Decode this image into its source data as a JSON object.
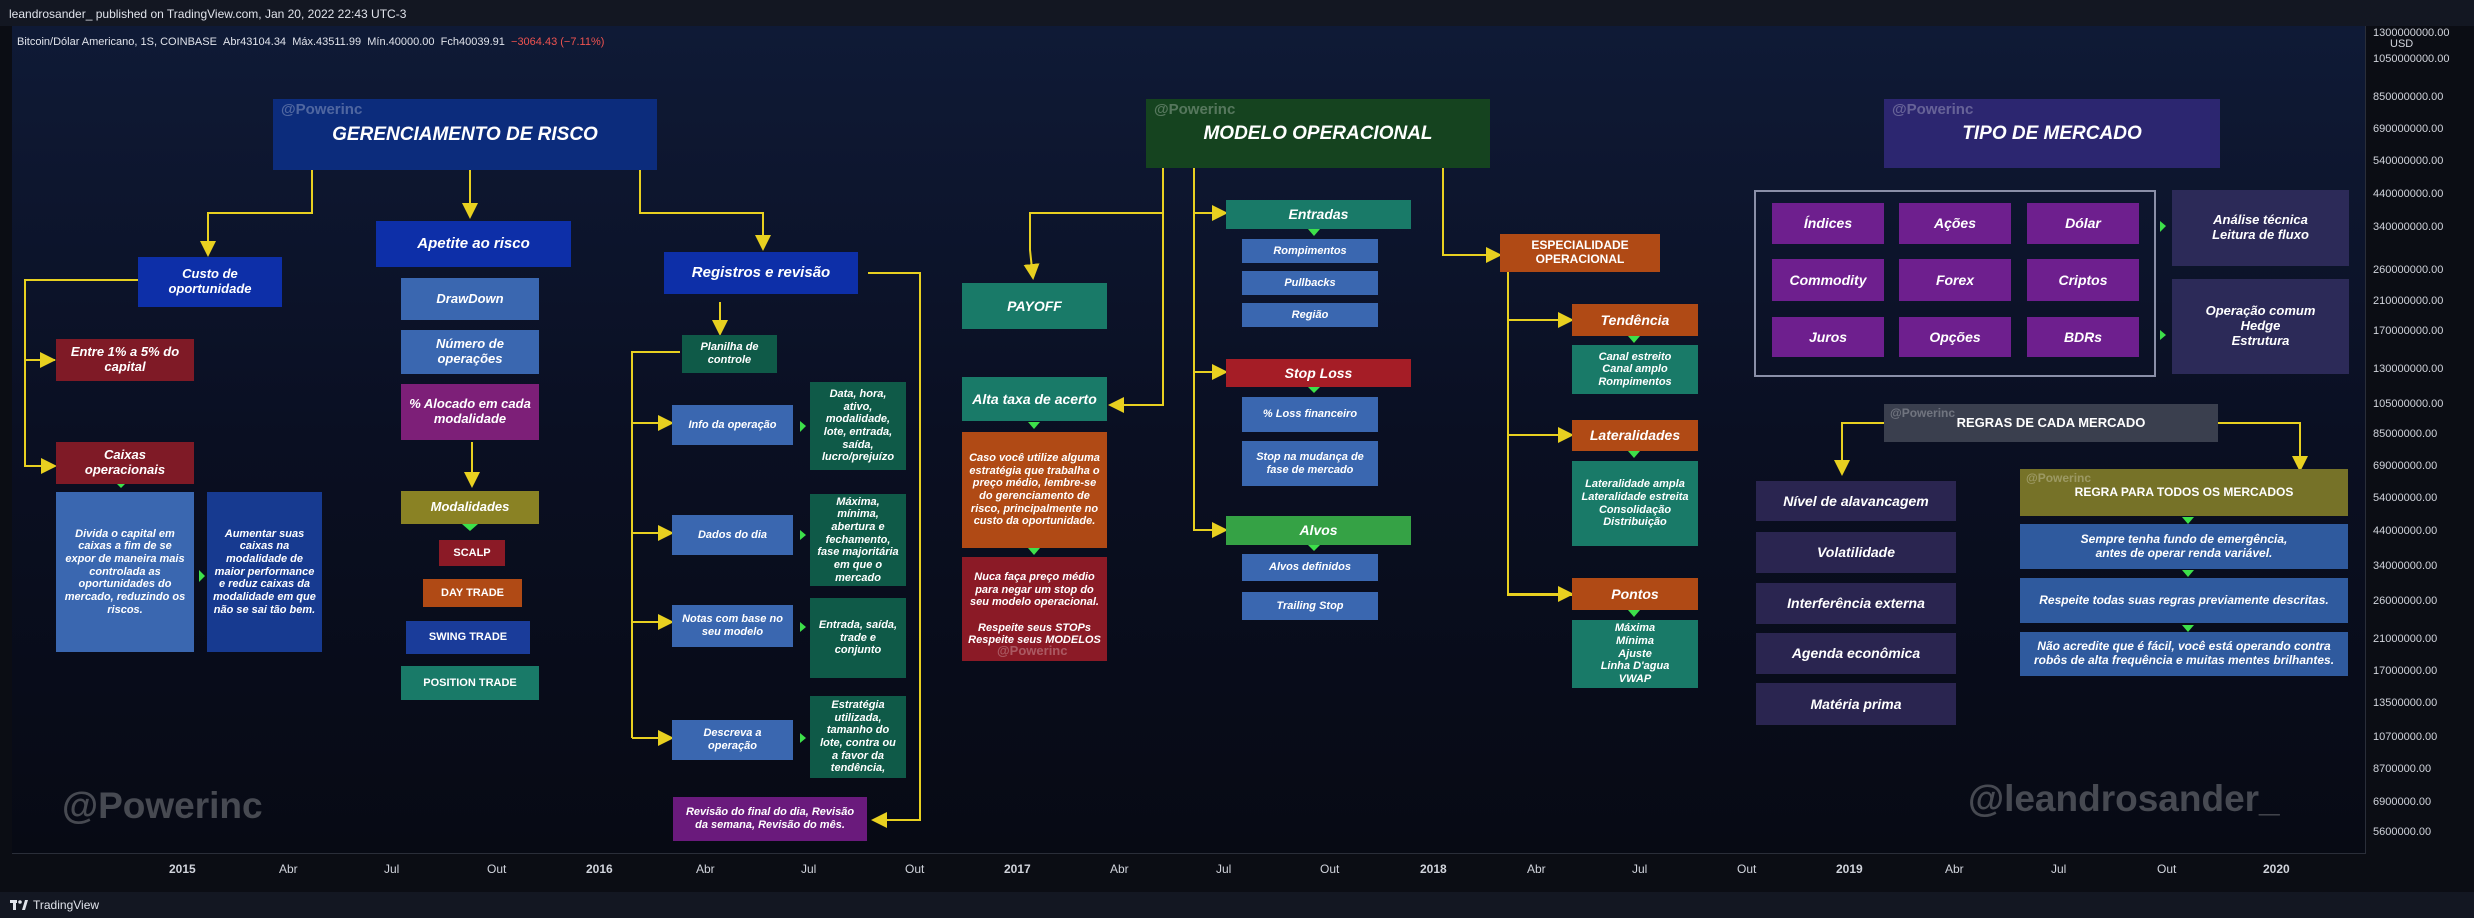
{
  "header": {
    "published": "leandrosander_ published on TradingView.com, Jan 20, 2022 22:43 UTC-3"
  },
  "symbol": {
    "name": "Bitcoin/Dólar Americano, 1S, COINBASE",
    "open_label": "Abr",
    "open": "43104.34",
    "high_label": "Máx.",
    "high": "43511.99",
    "low_label": "Mín.",
    "low": "40000.00",
    "close_label": "Fch",
    "close": "40039.91",
    "change": "−3064.43 (−7.11%)"
  },
  "watermarks": {
    "tag": "@Powerinc",
    "left": "@Powerinc",
    "right": "@leandrosander_"
  },
  "risk": {
    "title": "GERENCIAMENTO DE RISCO",
    "custo": "Custo de\noportunidade",
    "entre": "Entre 1% a 5% do\ncapital",
    "caixas": "Caixas\noperacionais",
    "divida": "Divida o capital em caixas a fim de se expor de maneira mais controlada as oportunidades do mercado, reduzindo os riscos.",
    "aumentar": "Aumentar suas caixas na modalidade de maior performance e reduz caixas da modalidade em que não se sai tão bem.",
    "apetite": "Apetite ao risco",
    "drawdown": "DrawDown",
    "numero": "Número de\noperações",
    "alocado": "% Alocado em cada\nmodalidade",
    "modalidades": "Modalidades",
    "scalp": "SCALP",
    "daytrade": "DAY TRADE",
    "swing": "SWING TRADE",
    "position": "POSITION TRADE",
    "registros": "Registros e revisão",
    "planilha": "Planilha de\ncontrole",
    "info": "Info da operação",
    "info_d": "Data, hora, ativo, modalidade, lote, entrada, saída, lucro/prejuízo",
    "dados": "Dados do dia",
    "dados_d": "Máxima, mínima, abertura e fechamento, fase majoritária em que o mercado",
    "notas": "Notas com base no\nseu modelo",
    "notas_d": "Entrada, saída, trade e conjunto",
    "descreva": "Descreva a\noperação",
    "descreva_d": "Estratégia utilizada, tamanho do lote, contra ou a favor da tendência,",
    "revisao": "Revisão do final do dia, Revisão da semana, Revisão do mês."
  },
  "model": {
    "title": "MODELO OPERACIONAL",
    "payoff": "PAYOFF",
    "alta": "Alta taxa de acerto",
    "caso": "Caso você utilize alguma estratégia que trabalha o preço médio, lembre-se do gerenciamento de risco, principalmente no custo da oportunidade.",
    "nuca": "Nuca faça preço médio para negar um stop do seu modelo operacional.\n\nRespeite seus STOPs\nRespeite seus MODELOS",
    "entradas": "Entradas",
    "romp": "Rompimentos",
    "pull": "Pullbacks",
    "regiao": "Região",
    "stoploss": "Stop Loss",
    "loss": "% Loss financeiro",
    "stopmud": "Stop na mudança de\nfase de mercado",
    "alvos": "Alvos",
    "alvosdef": "Alvos definidos",
    "trailing": "Trailing Stop",
    "especial": "ESPECIALIDADE\nOPERACIONAL",
    "tendencia": "Tendência",
    "tend_d": "Canal estreito\nCanal amplo\nRompimentos",
    "later": "Lateralidades",
    "later_d": "Lateralidade ampla\nLateralidade estreita\nConsolidação\nDistribuição",
    "pontos": "Pontos",
    "pontos_d": "Máxima\nMínima\nAjuste\nLinha D'agua\nVWAP"
  },
  "market": {
    "title": "TIPO DE MERCADO",
    "items": [
      "Índices",
      "Ações",
      "Dólar",
      "Commodity",
      "Forex",
      "Criptos",
      "Juros",
      "Opções",
      "BDRs"
    ],
    "analise": "Análise técnica\nLeitura de fluxo",
    "operacao": "Operação comum\nHedge\nEstrutura",
    "regras": "REGRAS DE CADA MERCADO",
    "left": [
      "Nível de alavancagem",
      "Volatilidade",
      "Interferência externa",
      "Agenda econômica",
      "Matéria prima"
    ],
    "regra_todos": "REGRA PARA TODOS OS MERCADOS",
    "r1": "Sempre tenha fundo de emergência,\nantes de operar renda variável.",
    "r2": "Respeite todas suas regras previamente descritas.",
    "r3": "Não acredite que é fácil, você está operando contra robôs de alta frequência e muitas mentes brilhantes."
  },
  "yaxis": {
    "top": "1300000000.00",
    "currency": "USD",
    "labels": [
      "1050000000.00",
      "850000000.00",
      "690000000.00",
      "540000000.00",
      "440000000.00",
      "340000000.00",
      "260000000.00",
      "210000000.00",
      "170000000.00",
      "130000000.00",
      "105000000.00",
      "85000000.00",
      "69000000.00",
      "54000000.00",
      "44000000.00",
      "34000000.00",
      "26000000.00",
      "21000000.00",
      "17000000.00",
      "13500000.00",
      "10700000.00",
      "8700000.00",
      "6900000.00",
      "5600000.00"
    ]
  },
  "xaxis": [
    {
      "t": "2015",
      "b": true
    },
    {
      "t": "Abr",
      "b": false
    },
    {
      "t": "Jul",
      "b": false
    },
    {
      "t": "Out",
      "b": false
    },
    {
      "t": "2016",
      "b": true
    },
    {
      "t": "Abr",
      "b": false
    },
    {
      "t": "Jul",
      "b": false
    },
    {
      "t": "Out",
      "b": false
    },
    {
      "t": "2017",
      "b": true
    },
    {
      "t": "Abr",
      "b": false
    },
    {
      "t": "Jul",
      "b": false
    },
    {
      "t": "Out",
      "b": false
    },
    {
      "t": "2018",
      "b": true
    },
    {
      "t": "Abr",
      "b": false
    },
    {
      "t": "Jul",
      "b": false
    },
    {
      "t": "Out",
      "b": false
    },
    {
      "t": "2019",
      "b": true
    },
    {
      "t": "Abr",
      "b": false
    },
    {
      "t": "Jul",
      "b": false
    },
    {
      "t": "Out",
      "b": false
    },
    {
      "t": "2020",
      "b": true
    }
  ],
  "footer": {
    "brand": "TradingView"
  },
  "colors": {
    "arrow": "#e8d020",
    "connector": "#3de04a"
  }
}
